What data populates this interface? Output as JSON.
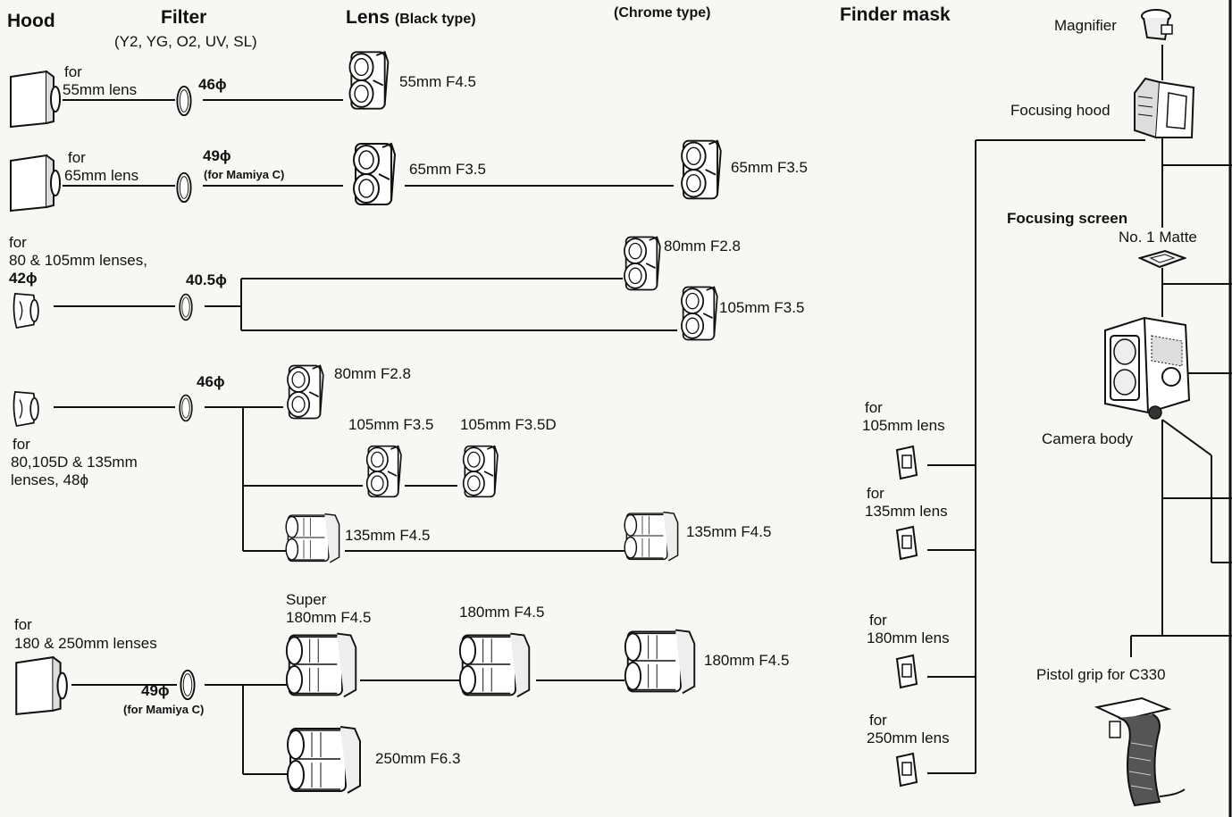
{
  "headers": {
    "hood": "Hood",
    "filter": "Filter",
    "filter_types": "(Y2, YG, O2, UV, SL)",
    "lens": "Lens",
    "lens_black": "(Black type)",
    "lens_chrome": "(Chrome type)",
    "finder_mask": "Finder mask"
  },
  "hoods": {
    "h1_for": "for",
    "h1_lens": "55mm lens",
    "h2_for": "for",
    "h2_lens": "65mm lens",
    "h3_for": "for",
    "h3_lens": "80 & 105mm lenses,",
    "h3_dia": "42ϕ",
    "h4_for": "for",
    "h4_lens": "80,105D & 135mm",
    "h4_dia": "lenses, 48ϕ",
    "h5_for": "for",
    "h5_lens": "180 & 250mm lenses"
  },
  "filters": {
    "f1": "46ϕ",
    "f2": "49ϕ",
    "f2_note": "(for Mamiya C)",
    "f3": "40.5ϕ",
    "f4": "46ϕ",
    "f5": "49ϕ",
    "f5_note": "(for Mamiya C)"
  },
  "lenses": {
    "l55": "55mm F4.5",
    "l65b": "65mm F3.5",
    "l65c": "65mm F3.5",
    "l80c": "80mm F2.8",
    "l105c": "105mm F3.5",
    "l80b": "80mm F2.8",
    "l105b": "105mm F3.5",
    "l105d": "105mm F3.5D",
    "l135b": "135mm F4.5",
    "l135c": "135mm F4.5",
    "l180s_1": "Super",
    "l180s_2": "180mm F4.5",
    "l180b": "180mm F4.5",
    "l180c": "180mm F4.5",
    "l250": "250mm F6.3"
  },
  "masks": {
    "m105_for": "for",
    "m105_lens": "105mm lens",
    "m135_for": "for",
    "m135_lens": "135mm lens",
    "m180_for": "for",
    "m180_lens": "180mm lens",
    "m250_for": "for",
    "m250_lens": "250mm lens"
  },
  "body_parts": {
    "magnifier": "Magnifier",
    "focusing_hood": "Focusing hood",
    "focusing_screen": "Focusing screen",
    "matte": "No. 1 Matte",
    "camera_body": "Camera body",
    "pistol_grip": "Pistol grip for C330"
  },
  "icons": [
    "lens-hood-icon",
    "filter-ring-icon",
    "twin-lens-icon",
    "finder-mask-icon",
    "magnifier-icon",
    "focusing-hood-icon",
    "focusing-screen-icon",
    "camera-body-icon",
    "pistol-grip-icon"
  ]
}
